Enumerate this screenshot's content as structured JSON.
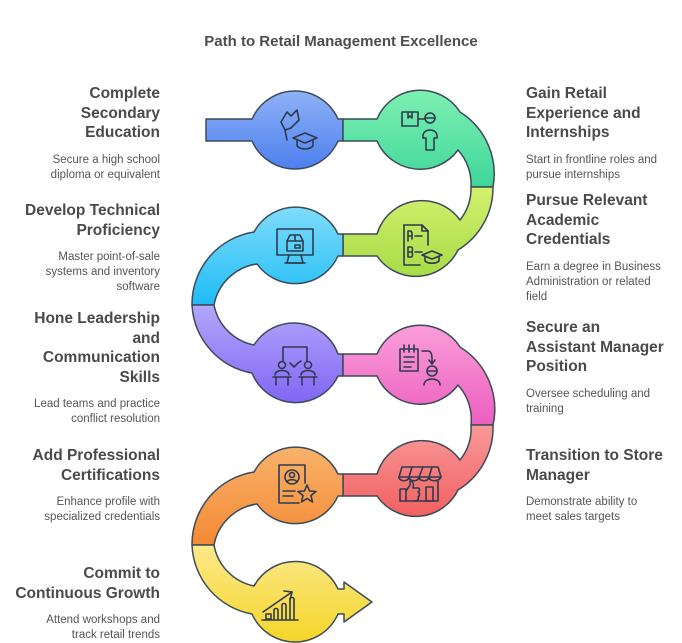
{
  "title": "Path to Retail Management Excellence",
  "steps": [
    {
      "side": "left",
      "title": "Complete Secondary Education",
      "title_lines": [
        "Complete",
        "Secondary",
        "Education"
      ],
      "desc_lines": [
        "Secure a high school",
        "diploma or equivalent"
      ],
      "icon": "diploma-graduation-cap-icon",
      "color": "#5b8ff0"
    },
    {
      "side": "right",
      "title_lines": [
        "Gain Retail",
        "Experience and",
        "Internships"
      ],
      "desc_lines": [
        "Start in frontline roles and",
        "pursue internships"
      ],
      "icon": "delivery-worker-icon",
      "color": "#4fdc9a"
    },
    {
      "side": "right",
      "title_lines": [
        "Pursue Relevant",
        "Academic",
        "Credentials"
      ],
      "desc_lines": [
        "Earn a degree in Business",
        "Administration or related",
        "field"
      ],
      "icon": "exam-paper-graduation-icon",
      "color": "#b9e35a"
    },
    {
      "side": "left",
      "title_lines": [
        "Develop Technical",
        "Proficiency"
      ],
      "desc_lines": [
        "Master point-of-sale",
        "systems and inventory",
        "software"
      ],
      "icon": "computer-monitor-box-icon",
      "color": "#3fc8f5"
    },
    {
      "side": "left",
      "title_lines": [
        "Hone Leadership",
        "and",
        "Communication",
        "Skills"
      ],
      "desc_lines": [
        "Lead teams and practice",
        "conflict resolution"
      ],
      "icon": "team-meeting-icon",
      "color": "#9a86f7"
    },
    {
      "side": "right",
      "title_lines": [
        "Secure an",
        "Assistant Manager",
        "Position"
      ],
      "desc_lines": [
        "Oversee scheduling and",
        "training"
      ],
      "icon": "schedule-assign-person-icon",
      "color": "#f47ec8"
    },
    {
      "side": "right",
      "title_lines": [
        "Transition to Store",
        "Manager"
      ],
      "desc_lines": [
        "Demonstrate ability to",
        "meet sales targets"
      ],
      "icon": "storefront-thumbs-up-icon",
      "color": "#f56f6f"
    },
    {
      "side": "left",
      "title_lines": [
        "Add Professional",
        "Certifications"
      ],
      "desc_lines": [
        "Enhance profile with",
        "specialized credentials"
      ],
      "icon": "certificate-star-icon",
      "color": "#f5a04e"
    },
    {
      "side": "left",
      "title_lines": [
        "Commit to",
        "Continuous Growth"
      ],
      "desc_lines": [
        "Attend workshops and",
        "track retail trends"
      ],
      "icon": "growth-chart-icon",
      "color": "#f7df3a"
    }
  ]
}
